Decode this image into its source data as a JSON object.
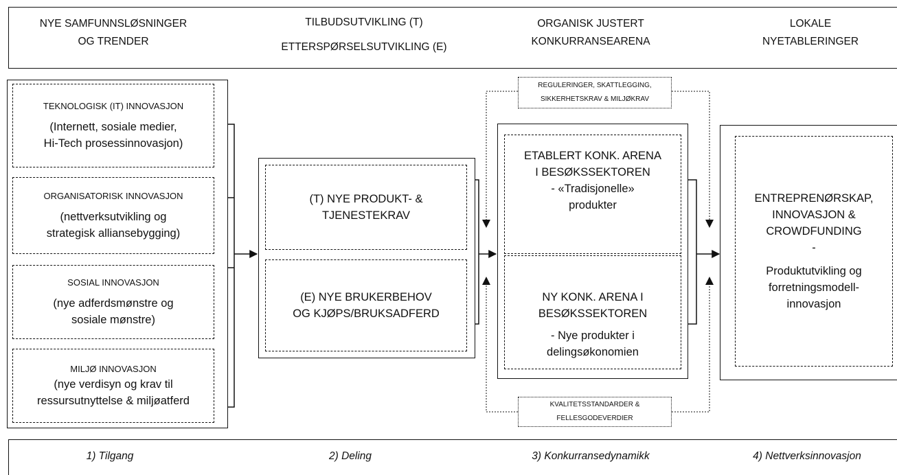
{
  "headers": {
    "col1": [
      "NYE SAMFUNNSLØSNINGER",
      "OG TRENDER"
    ],
    "col2": [
      "TILBUDSUTVIKLING (T)",
      "ETTERSPØRSELSUTVIKLING (E)"
    ],
    "col3": [
      "ORGANISK JUSTERT",
      "KONKURRANSEARENA"
    ],
    "col4": [
      "LOKALE",
      "NYETABLERINGER"
    ]
  },
  "innovations": [
    {
      "title": "TEKNOLOGISK (IT) INNOVASJON",
      "desc": [
        "(Internett, sosiale medier,",
        "Hi-Tech prosessinnovasjon)"
      ]
    },
    {
      "title": "ORGANISATORISK INNOVASJON",
      "desc": [
        "(nettverksutvikling og",
        "strategisk alliansebygging)"
      ]
    },
    {
      "title": "SOSIAL INNOVASJON",
      "desc": [
        "(nye adferdsmønstre og",
        "sosiale mønstre)"
      ]
    },
    {
      "title": "MILJØ INNOVASJON",
      "desc": [
        "(nye verdisyn og krav til",
        "ressursutnyttelse & miljøatferd"
      ]
    }
  ],
  "development": {
    "supply": [
      "(T) NYE PRODUKT- &",
      "TJENESTEKRAV"
    ],
    "demand": [
      "(E) NYE BRUKERBEHOV",
      "OG KJØPS/BRUKSADFERD"
    ]
  },
  "arena": {
    "regulation": [
      "REGULERINGER, SKATTLEGGING,",
      "SIKKERHETSKRAV & MILJØKRAV"
    ],
    "established": [
      "ETABLERT KONK. ARENA",
      "I BESØKSSEKTOREN",
      "- «Tradisjonelle»",
      "produkter"
    ],
    "new": [
      "NY KONK. ARENA I",
      "BESØKSSEKTOREN",
      "-  Nye produkter i",
      "delingsøkonomien"
    ],
    "quality": [
      "KVALITETSSTANDARDER &",
      "FELLESGODEVERDIER"
    ]
  },
  "entrepreneurship": [
    "ENTREPRENØRSKAP,",
    "INNOVASJON &",
    "CROWDFUNDING",
    "-",
    "Produktutvikling og",
    "forretningsmodell-",
    "innovasjon"
  ],
  "footer": [
    "1) Tilgang",
    "2) Deling",
    "3) Konkurransedynamikk",
    "4) Nettverksinnovasjon"
  ]
}
